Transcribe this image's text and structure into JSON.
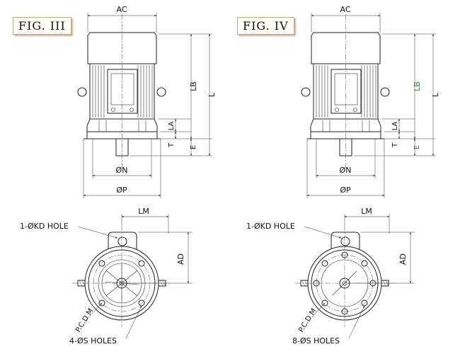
{
  "figures": [
    {
      "label": "FIG. III",
      "side_view": {
        "dims": {
          "ac": "AC",
          "lb": "LB",
          "l": "L",
          "la": "LA",
          "t": "T",
          "e": "E",
          "n": "ØN",
          "p": "ØP"
        }
      },
      "front_view": {
        "lm": "LM",
        "ad": "AD",
        "kd_hole": "1-ØKD HOLE",
        "pcd": "P.C.D M",
        "s_holes": "4-ØS HOLES"
      }
    },
    {
      "label": "FIG. IV",
      "side_view": {
        "dims": {
          "ac": "AC",
          "lb": "LB",
          "l": "L",
          "la": "LA",
          "t": "T",
          "e": "E",
          "n": "ØN",
          "p": "ØP"
        }
      },
      "front_view": {
        "lm": "LM",
        "ad": "AD",
        "kd_hole": "1-ØKD HOLE",
        "pcd": "P.C.D M",
        "s_holes": "8-ØS HOLES"
      }
    }
  ],
  "colors": {
    "line": "#222222",
    "label_box_shadow": "#c2b49c",
    "green_dim_text": "#2e7d32"
  }
}
